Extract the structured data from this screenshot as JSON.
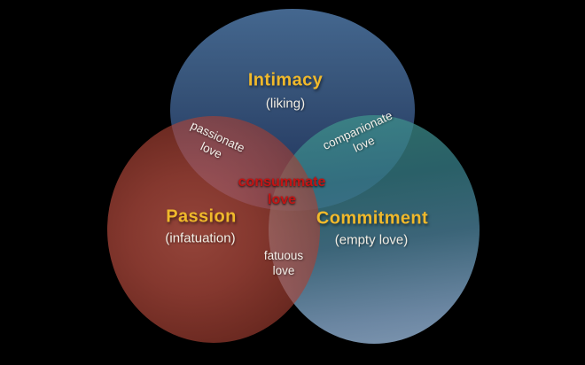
{
  "colors": {
    "background": "#000000",
    "label_gold": "#f0b92b",
    "label_white": "#f4f0ea",
    "consummate_red": "#c31414",
    "intimacy_blue": "#375479",
    "passion_red": "#96433a",
    "commitment_teal": "#3f848f"
  },
  "circles": [
    {
      "name": "intimacy",
      "label": "Intimacy",
      "sublabel": "(liking)"
    },
    {
      "name": "passion",
      "label": "Passion",
      "sublabel": "(infatuation)"
    },
    {
      "name": "commitment",
      "label": "Commitment",
      "sublabel": "(empty love)"
    }
  ],
  "overlaps": [
    {
      "name": "passionate-love",
      "line1": "passionate",
      "line2": "love",
      "between": [
        "intimacy",
        "passion"
      ]
    },
    {
      "name": "companionate-love",
      "line1": "companionate",
      "line2": "love",
      "between": [
        "intimacy",
        "commitment"
      ]
    },
    {
      "name": "consummate-love",
      "line1": "consummate",
      "line2": "love",
      "between": [
        "intimacy",
        "passion",
        "commitment"
      ]
    },
    {
      "name": "fatuous-love",
      "line1": "fatuous",
      "line2": "love",
      "between": [
        "passion",
        "commitment"
      ]
    }
  ]
}
